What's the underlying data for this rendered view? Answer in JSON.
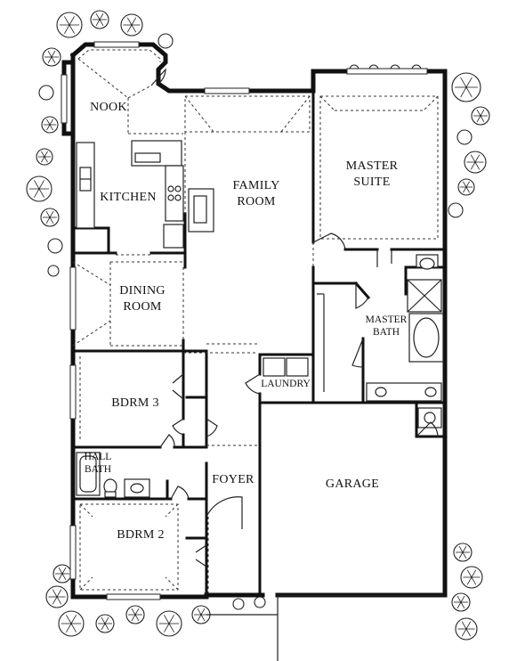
{
  "rooms": {
    "nook": "NOOK",
    "kitchen": "KITCHEN",
    "family_room": [
      "FAMILY",
      "ROOM"
    ],
    "master_suite": [
      "MASTER",
      "SUITE"
    ],
    "dining_room": [
      "DINING",
      "ROOM"
    ],
    "master_bath": [
      "MASTER",
      "BATH"
    ],
    "laundry": "LAUNDRY",
    "bdrm3": "BDRM 3",
    "hall_bath": [
      "HALL",
      "BATH"
    ],
    "foyer": "FOYER",
    "garage": "GARAGE",
    "bdrm2": "BDRM 2"
  }
}
